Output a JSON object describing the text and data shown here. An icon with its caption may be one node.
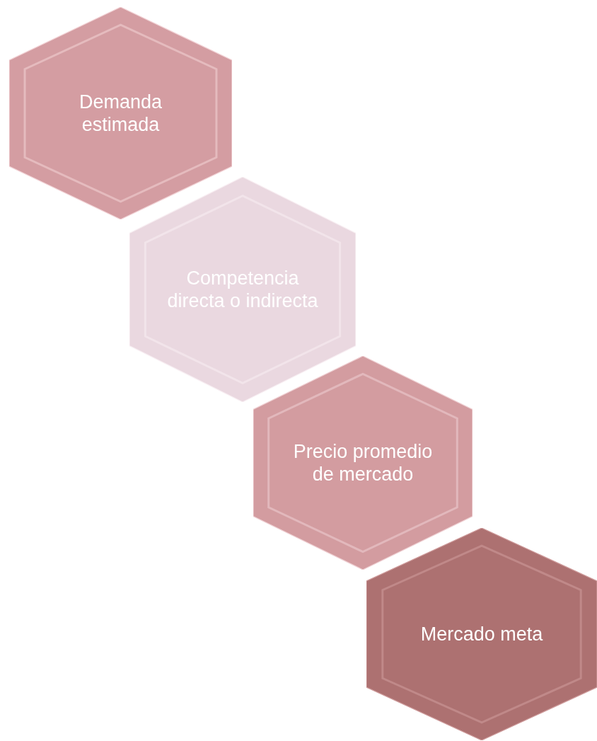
{
  "diagram": {
    "nodes": [
      {
        "text": [
          "Demanda estimada"
        ]
      },
      {
        "text": [
          "Competencia directa o indirecta"
        ]
      },
      {
        "text": [
          "Precio promedio de mercado"
        ]
      },
      {
        "text": [
          "Mercado meta"
        ]
      }
    ]
  }
}
